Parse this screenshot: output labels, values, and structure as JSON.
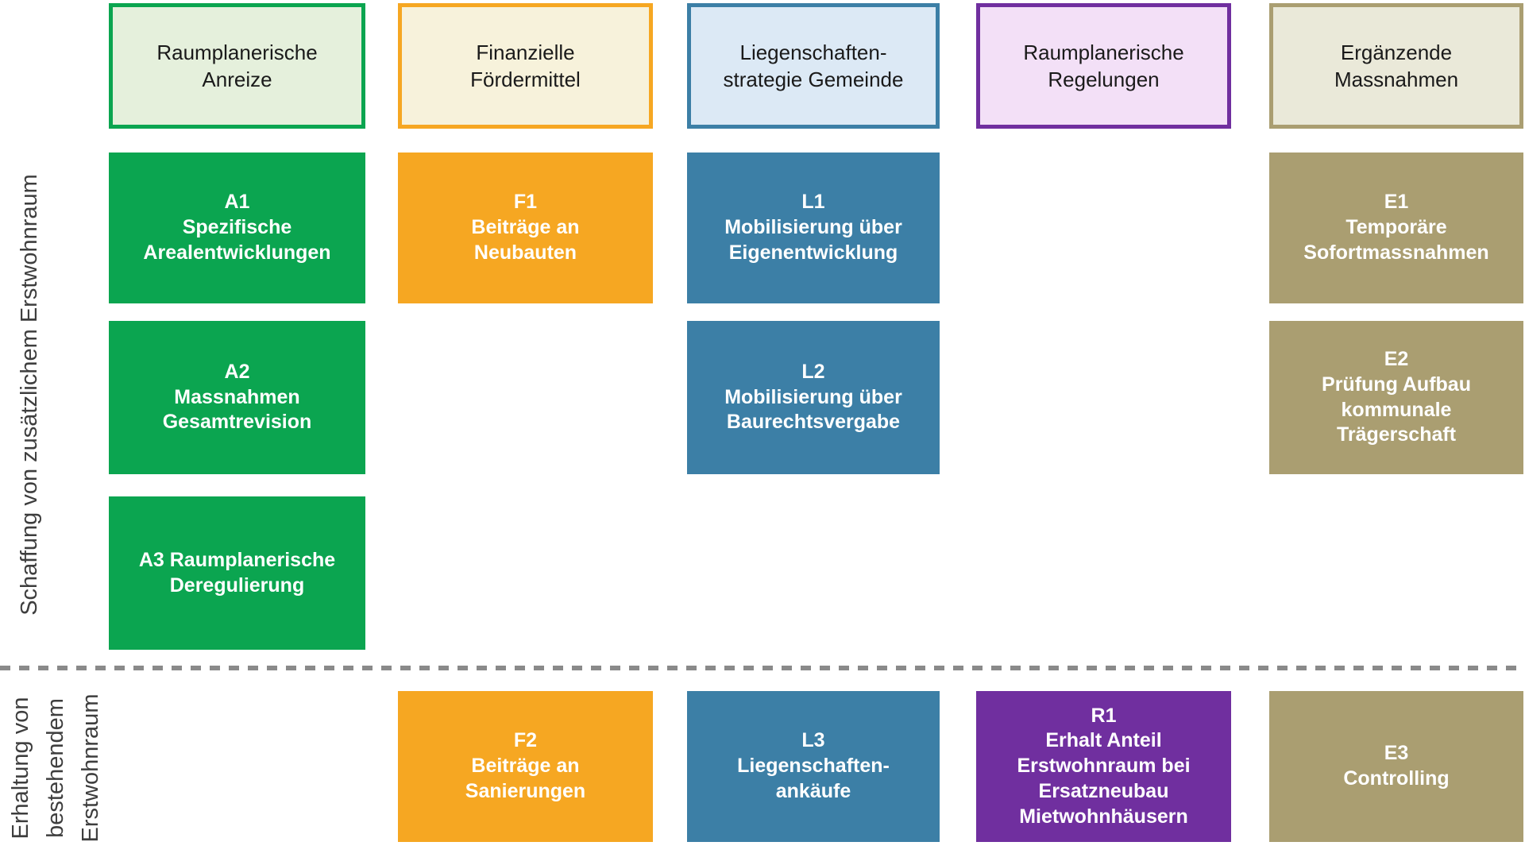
{
  "palette": {
    "green": "#0BA550",
    "green_light": "#E5F0DC",
    "orange": "#F6A722",
    "orange_light": "#F7F2DB",
    "blue": "#3C7FA6",
    "blue_light": "#DCE9F5",
    "purple": "#702F9F",
    "purple_light": "#F3E0F7",
    "tan": "#AA9E71",
    "tan_light": "#EAE9D9",
    "divider_gray": "#8A8A8A",
    "label_gray": "#3E3E3E",
    "header_text": "#1A1A1A",
    "box_text": "#FFFFFF"
  },
  "column_headers": {
    "anreize": "Raumplanerische\nAnreize",
    "foerdermittel": "Finanzielle\nFördermittel",
    "liegenschaften": "Liegenschaften-\nstrategie Gemeinde",
    "regelungen": "Raumplanerische\nRegelungen",
    "ergaenzende": "Ergänzende\nMassnahmen"
  },
  "row_labels": {
    "top": "Schaffung von zusätzlichem Erstwohnraum",
    "bottom": "Erhaltung von\nbestehendem\nErstwohnraum"
  },
  "boxes": {
    "a1": "A1\nSpezifische\nArealentwicklungen",
    "a2": "A2\nMassnahmen\nGesamtrevision",
    "a3": "A3 Raumplanerische\nDeregulierung",
    "f1": "F1\nBeiträge an\nNeubauten",
    "f2": "F2\nBeiträge an\nSanierungen",
    "l1": "L1\nMobilisierung über\nEigenentwicklung",
    "l2": "L2\nMobilisierung über\nBaurechtsvergabe",
    "l3": "L3\nLiegenschaften-\nankäufe",
    "r1": "R1\nErhalt Anteil\nErstwohnraum bei\nErsatzneubau\nMietwohnhäusern",
    "e1": "E1\nTemporäre\nSofortmassnahmen",
    "e2": "E2\nPrüfung Aufbau\nkommunale\nTrägerschaft",
    "e3": "E3\nControlling"
  }
}
